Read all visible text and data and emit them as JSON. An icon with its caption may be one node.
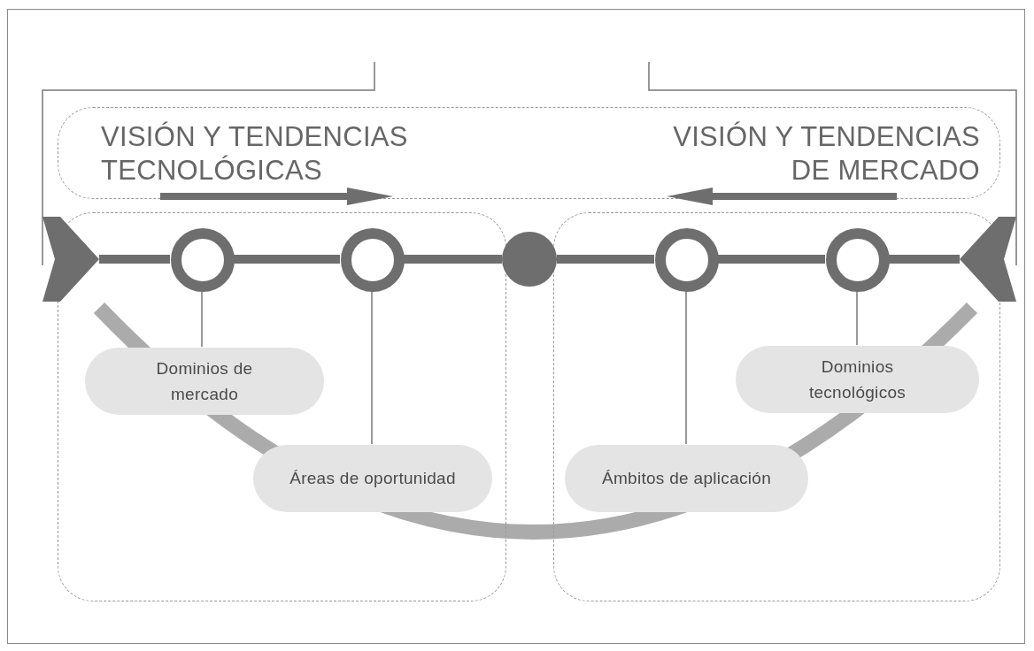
{
  "diagram": {
    "nodes": [
      {
        "text": [
          "VISIÓN Y TENDENCIAS TECNOLÓGICAS",
          "VISIÓN Y TENDENCIAS DE MERCADO"
        ]
      },
      {
        "text": [],
        "shape": "box"
      },
      {
        "text": [],
        "shape": "box"
      },
      {
        "text": [],
        "shape": "chevron"
      },
      {
        "text": [],
        "shape": "circle",
        "in": 1
      },
      {
        "text": [],
        "shape": "circle",
        "in": 1
      },
      {
        "text": [],
        "shape": "dot"
      },
      {
        "text": [],
        "shape": "circle",
        "in": 2
      },
      {
        "text": [],
        "shape": "circle",
        "in": 2
      },
      {
        "text": [],
        "shape": "chevron"
      },
      {
        "text": [
          "Dominios de mercado"
        ],
        "in": 1
      },
      {
        "text": [
          "Áreas de oportunidad"
        ],
        "in": 1
      },
      {
        "text": [
          "Ámbitos de aplicación"
        ],
        "in": 2
      },
      {
        "text": [
          "Dominios tecnológicos"
        ],
        "in": 2
      }
    ],
    "edges": [
      {
        "from": 3,
        "to": 4,
        "arrow": "none"
      },
      {
        "from": 4,
        "to": 5,
        "arrow": "none"
      },
      {
        "from": 5,
        "to": 6,
        "arrow": "none"
      },
      {
        "from": 6,
        "to": 7,
        "arrow": "none"
      },
      {
        "from": 7,
        "to": 8,
        "arrow": "none"
      },
      {
        "from": 8,
        "to": 9,
        "arrow": "none"
      },
      {
        "from": 4,
        "to": 10,
        "arrow": "none"
      },
      {
        "from": 5,
        "to": 11,
        "arrow": "none"
      },
      {
        "from": 7,
        "to": 12,
        "arrow": "none"
      },
      {
        "from": 8,
        "to": 13,
        "arrow": "none"
      }
    ]
  }
}
